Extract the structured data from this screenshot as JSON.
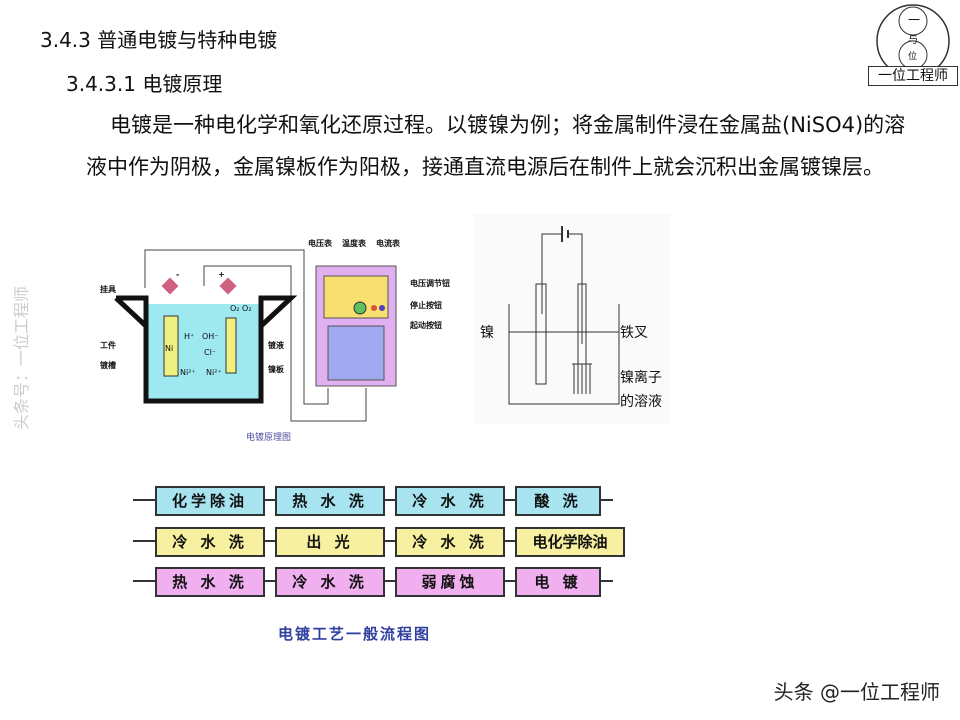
{
  "heading": "3.4.3 普通电镀与特种电镀",
  "subheading": "3.4.3.1 电镀原理",
  "paragraph": "电镀是一种电化学和氧化还原过程。以镀镍为例；将金属制件浸在金属盐(NiSO4)的溶液中作为阴极，金属镍板作为阳极，接通直流电源后在制件上就会沉积出金属镀镍层。",
  "watermark": "头条号：一位工程师",
  "logo": {
    "top": "一",
    "mid": "与",
    "bottom": "位",
    "text": "一位工程师"
  },
  "figure1": {
    "caption": "电镀原理图",
    "labels": {
      "hanger": "挂具",
      "workpiece": "工件",
      "tank": "镀槽",
      "solution": "镀液",
      "plate": "镍板",
      "voltmeter": "电压表",
      "thermometer": "温度表",
      "ammeter": "电流表",
      "voltage_knob": "电压调节钮",
      "stop": "停止按钮",
      "start": "起动按钮",
      "ni": "Ni",
      "h": "H⁺",
      "ni2": "Ni²⁺",
      "oh": "OH⁻",
      "cl": "Cl⁻",
      "ni2b": "Ni²⁺",
      "o2": "O₂ O₂",
      "minus": "-",
      "plus": "+"
    }
  },
  "figure2": {
    "labels": {
      "nickel": "镍",
      "fork": "铁叉",
      "solution": "镍离子的溶液"
    }
  },
  "figure3": {
    "caption": "电镀工艺一般流程图",
    "rows": [
      {
        "color": "#a8e4f0",
        "steps": [
          "化学除油",
          "热 水 洗",
          "冷 水 洗",
          "酸 洗"
        ]
      },
      {
        "color": "#f6f0a0",
        "steps": [
          "冷 水 洗",
          "出 光",
          "冷 水 洗",
          "电化学除油"
        ]
      },
      {
        "color": "#f0b0f0",
        "steps": [
          "热 水 洗",
          "冷 水 洗",
          "弱腐蚀",
          "电 镀"
        ]
      }
    ]
  },
  "footer": "头条 @一位工程师"
}
